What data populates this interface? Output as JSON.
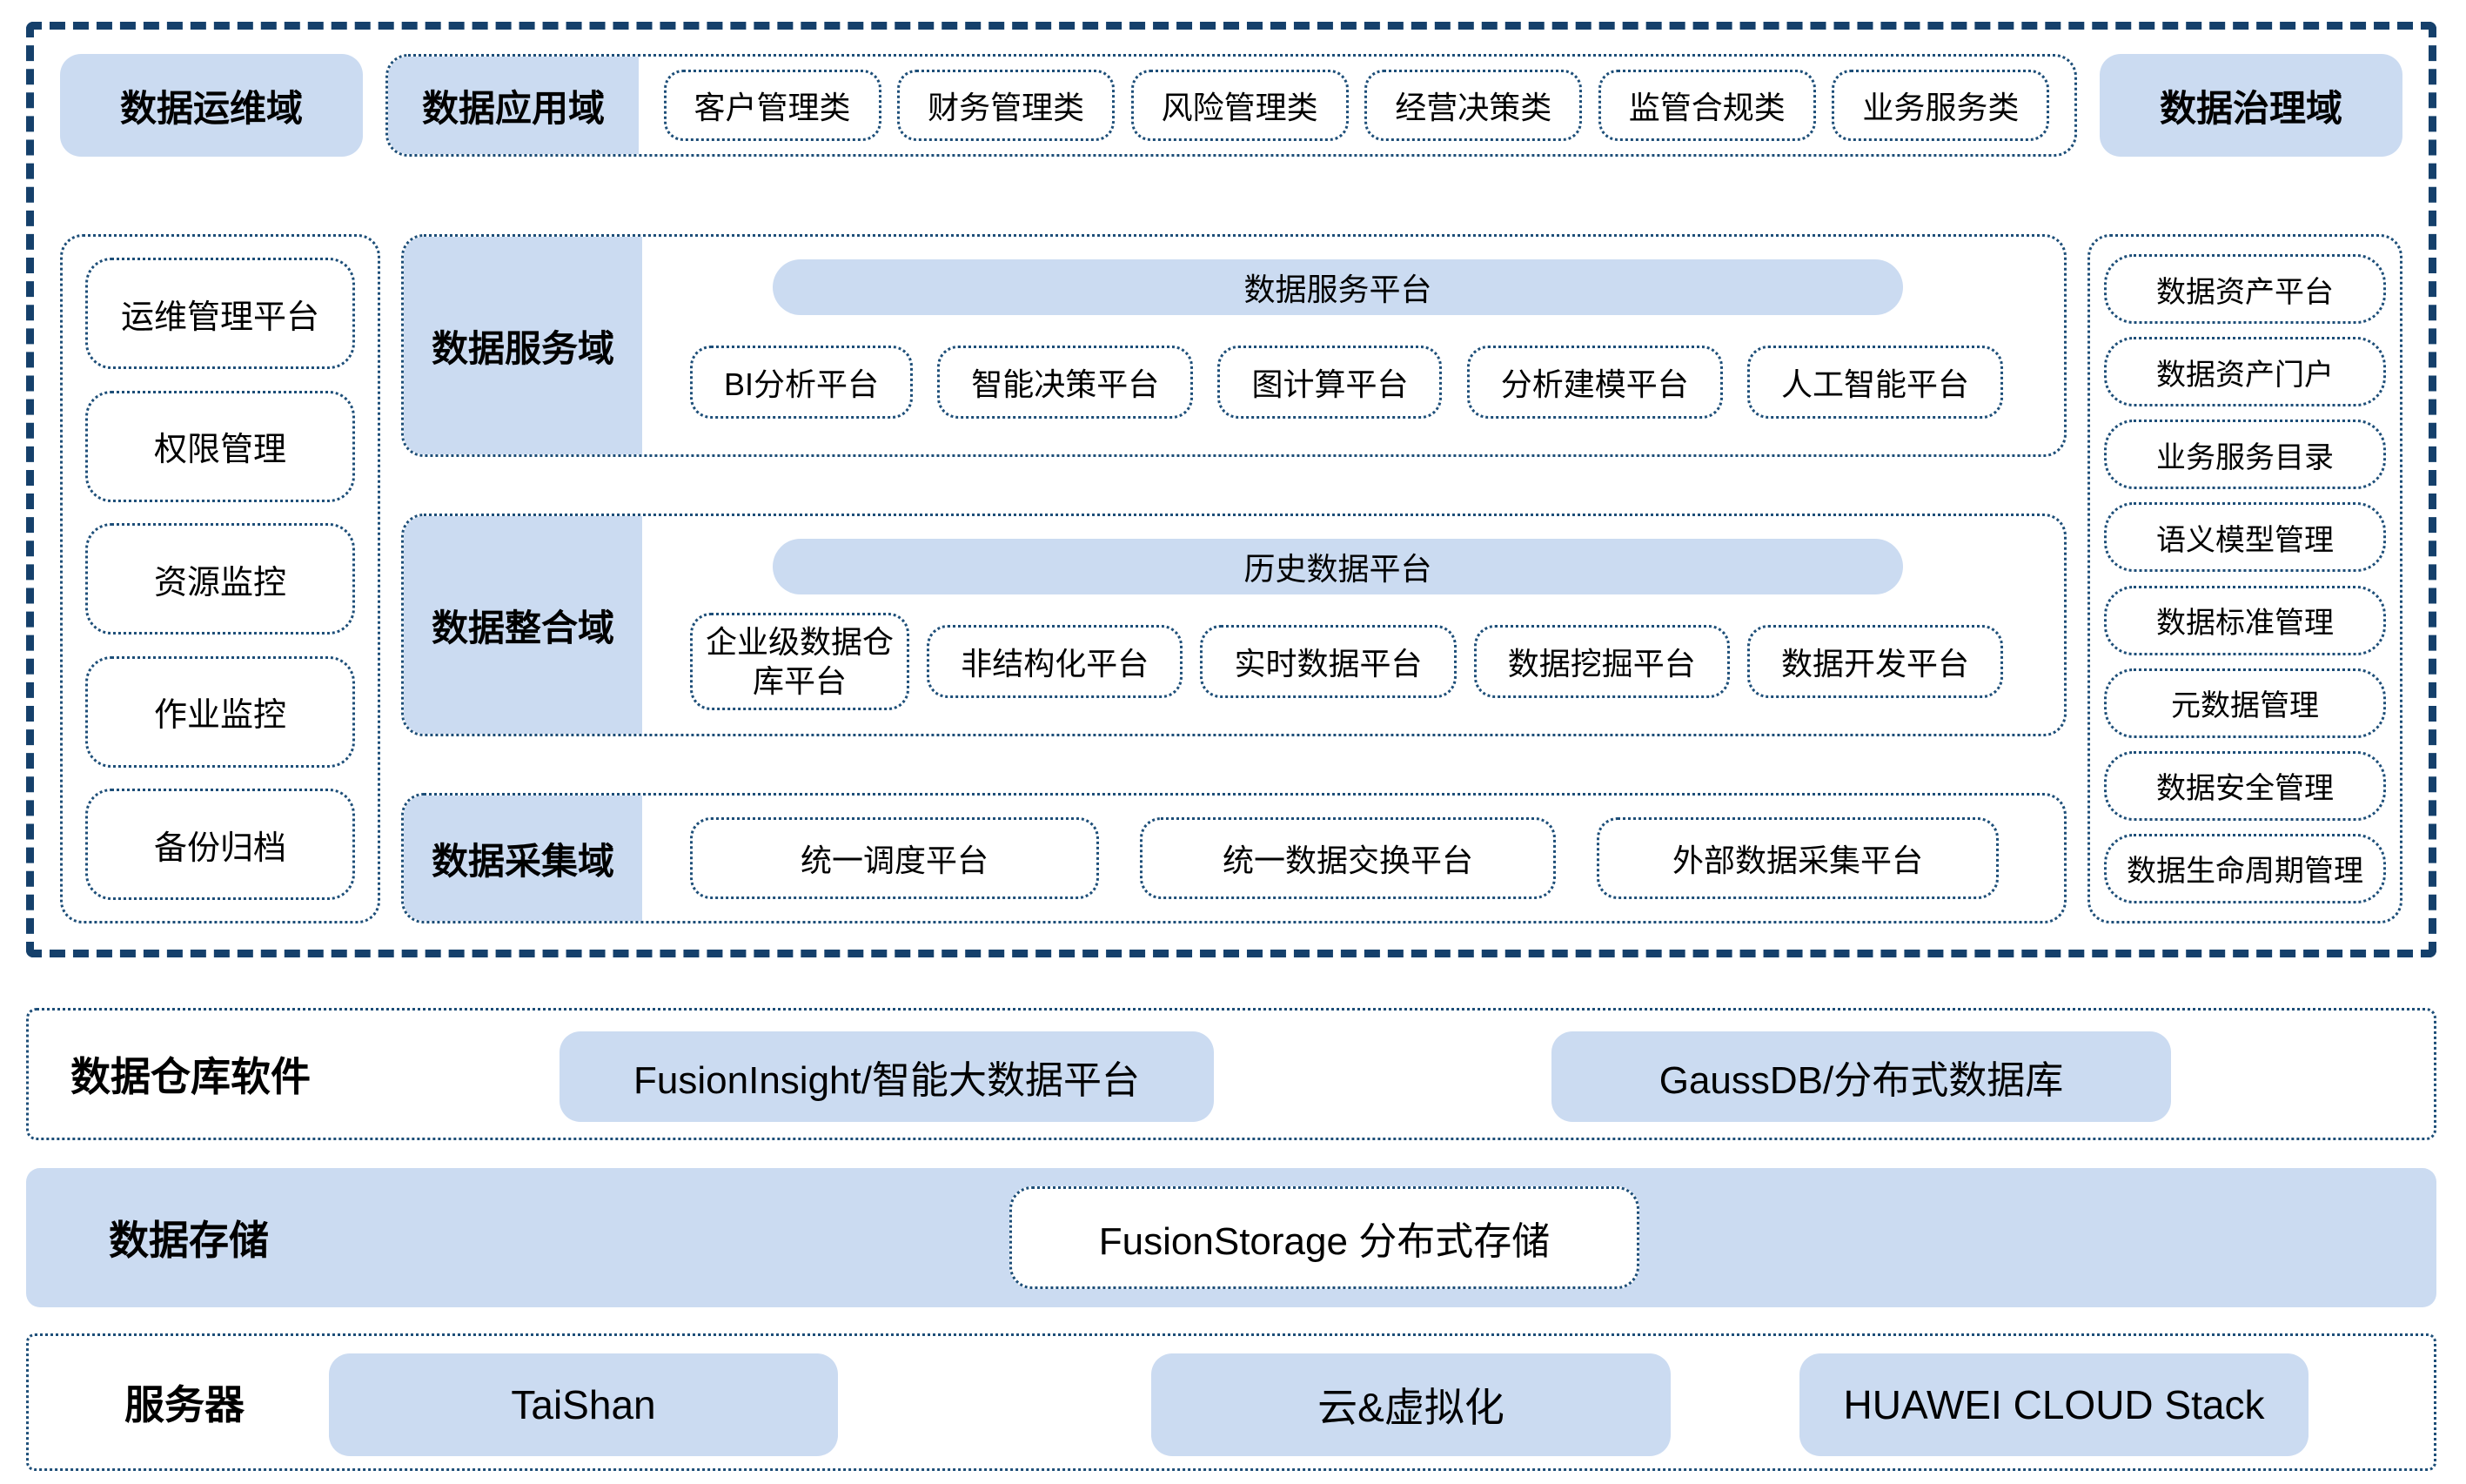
{
  "colors": {
    "panel_fill": "#cbdbf1",
    "dotted_border": "#1d4e78",
    "outer_border": "#15406b",
    "text": "#000000"
  },
  "top": {
    "ops_domain_label": "数据运维域",
    "app_domain": {
      "label": "数据应用域",
      "categories": [
        "客户管理类",
        "财务管理类",
        "风险管理类",
        "经营决策类",
        "监管合规类",
        "业务服务类"
      ]
    },
    "gov_domain_label": "数据治理域"
  },
  "left_column": {
    "items": [
      "运维管理平台",
      "权限管理",
      "资源监控",
      "作业监控",
      "备份归档"
    ]
  },
  "right_column": {
    "items": [
      "数据资产平台",
      "数据资产门户",
      "业务服务目录",
      "语义模型管理",
      "数据标准管理",
      "元数据管理",
      "数据安全管理",
      "数据生命周期管理"
    ]
  },
  "service_domain": {
    "label": "数据服务域",
    "banner": "数据服务平台",
    "items": [
      "BI分析平台",
      "智能决策平台",
      "图计算平台",
      "分析建模平台",
      "人工智能平台"
    ]
  },
  "integration_domain": {
    "label": "数据整合域",
    "banner": "历史数据平台",
    "items": [
      "企业级数据仓库平台",
      "非结构化平台",
      "实时数据平台",
      "数据挖掘平台",
      "数据开发平台"
    ]
  },
  "collection_domain": {
    "label": "数据采集域",
    "items": [
      "统一调度平台",
      "统一数据交换平台",
      "外部数据采集平台"
    ]
  },
  "warehouse_layer": {
    "label": "数据仓库软件",
    "items": [
      "FusionInsight/智能大数据平台",
      "GaussDB/分布式数据库"
    ]
  },
  "storage_layer": {
    "label": "数据存储",
    "item": "FusionStorage 分布式存储"
  },
  "server_layer": {
    "label": "服务器",
    "items": [
      "TaiShan",
      "云&虚拟化",
      "HUAWEI CLOUD Stack"
    ]
  }
}
